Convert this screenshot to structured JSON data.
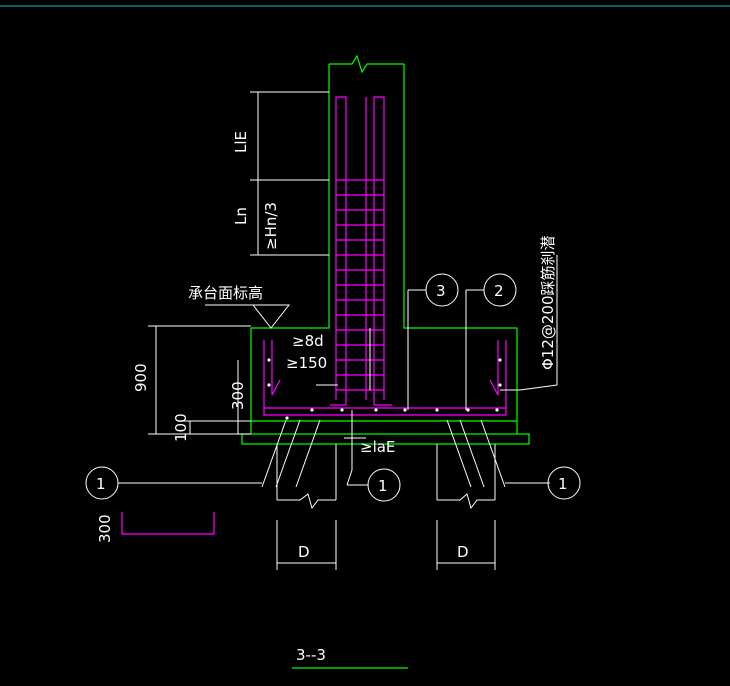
{
  "drawing": {
    "section_title": "3--3",
    "labels": {
      "lle": "LlE",
      "ln": "Ln",
      "hn3": "≥Hn/3",
      "cap_top_elev": "承台面标高",
      "ge8d": "≥8d",
      "ge150": "≥150",
      "dim_900": "900",
      "dim_300_side": "300",
      "dim_100": "100",
      "dim_300_left": "300",
      "lae": "≥laE",
      "stirrup_note": "Φ12@200踩筋刹潜",
      "pile_d_left": "D",
      "pile_d_right": "D"
    },
    "callouts": {
      "c1_left": "1",
      "c1_mid": "1",
      "c1_right": "1",
      "c2": "2",
      "c3": "3"
    },
    "colors": {
      "background": "#000000",
      "concrete_outline": "#00ff00",
      "rebar": "#ff00ff",
      "annotation": "#ffffff",
      "top_border": "#00c8c8"
    }
  }
}
